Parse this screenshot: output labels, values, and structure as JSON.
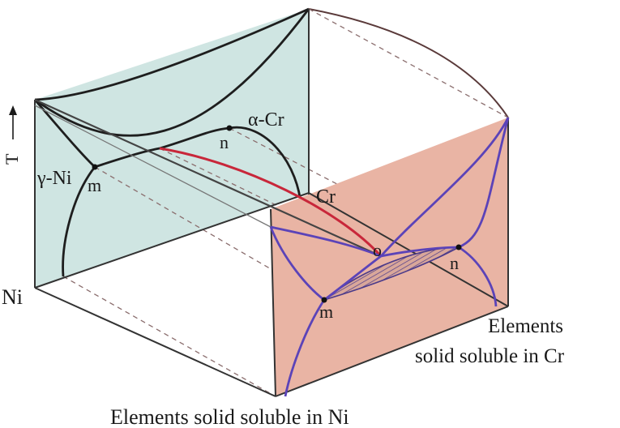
{
  "labels": {
    "t_axis": "T",
    "gamma_ni": "γ-Ni",
    "alpha_cr": "α-Cr",
    "point_m_back": "m",
    "point_n_back": "n",
    "point_m_front": "m",
    "point_n_front": "n",
    "point_o": "o",
    "cr": "Cr",
    "ni": "Ni",
    "elements_cr_line1": "Elements",
    "elements_cr_line2": "solid soluble in Cr",
    "elements_ni": "Elements solid soluble in Ni"
  },
  "colors": {
    "back_face": "#cfe5e2",
    "front_face": "#e9b4a4",
    "back_curve": "#1e1e1e",
    "front_curve": "#5b43b8",
    "tie_line": "#c8273a",
    "frame": "#333333",
    "dashed": "#8a6d6d"
  }
}
